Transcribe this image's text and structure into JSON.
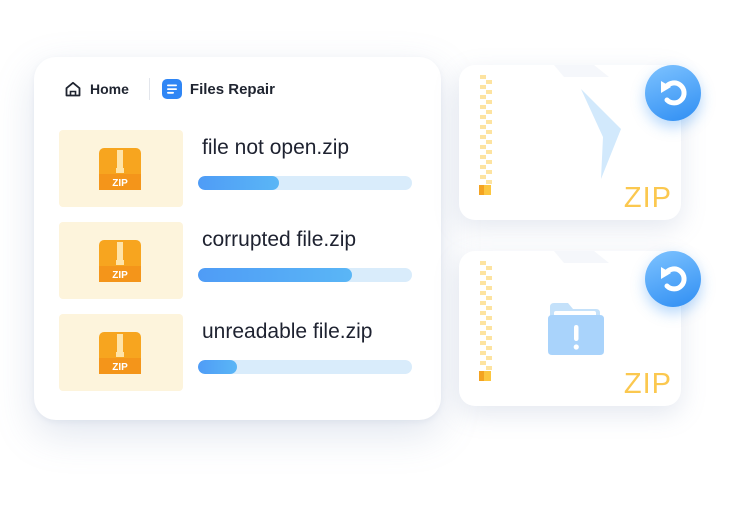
{
  "nav": {
    "home_label": "Home",
    "app_label": "Files Repair"
  },
  "files": [
    {
      "name": "file not open.zip",
      "progress": 0.38,
      "badge": "ZIP"
    },
    {
      "name": "corrupted file.zip",
      "progress": 0.72,
      "badge": "ZIP"
    },
    {
      "name": "unreadable file.zip",
      "progress": 0.18,
      "badge": "ZIP"
    }
  ],
  "cards": [
    {
      "label": "ZIP",
      "icon": "chevron-icon"
    },
    {
      "label": "ZIP",
      "icon": "folder-warning-icon"
    }
  ],
  "colors": {
    "accent": "#3b8df5",
    "zip": "#fbc84f",
    "thumb_bg": "#fdf4dc",
    "track": "#d9ecfb"
  }
}
